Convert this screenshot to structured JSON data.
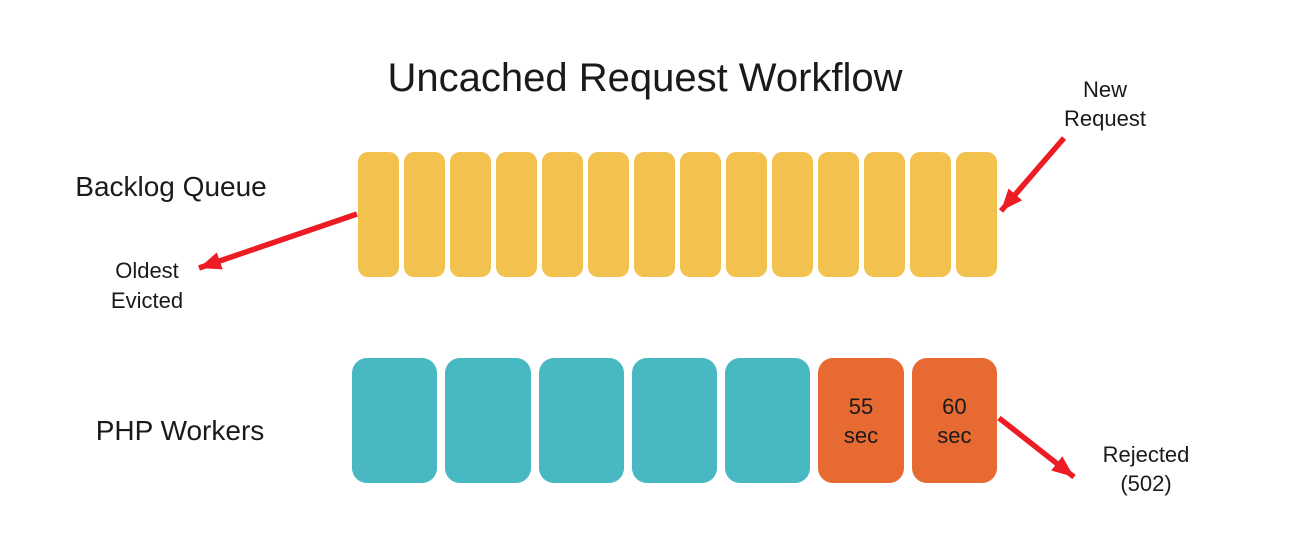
{
  "title": "Uncached Request Workflow",
  "colors": {
    "queue_slot": "#F2C14E",
    "worker_busy": "#48B8C3",
    "worker_long": "#E76A33",
    "arrow": "#ED1B24",
    "text": "#1A1A1A"
  },
  "backlog": {
    "label": "Backlog Queue",
    "slot_count": 14
  },
  "php_workers": {
    "label": "PHP Workers",
    "workers": [
      {
        "type": "busy"
      },
      {
        "type": "busy"
      },
      {
        "type": "busy"
      },
      {
        "type": "busy"
      },
      {
        "type": "busy"
      },
      {
        "type": "long",
        "duration": "55",
        "unit": "sec"
      },
      {
        "type": "long",
        "duration": "60",
        "unit": "sec"
      }
    ]
  },
  "annotations": {
    "new_request": {
      "lines": [
        "New",
        "Request"
      ]
    },
    "oldest_evicted": {
      "lines": [
        "Oldest",
        "Evicted"
      ]
    },
    "rejected": {
      "lines": [
        "Rejected",
        "(502)"
      ]
    }
  }
}
